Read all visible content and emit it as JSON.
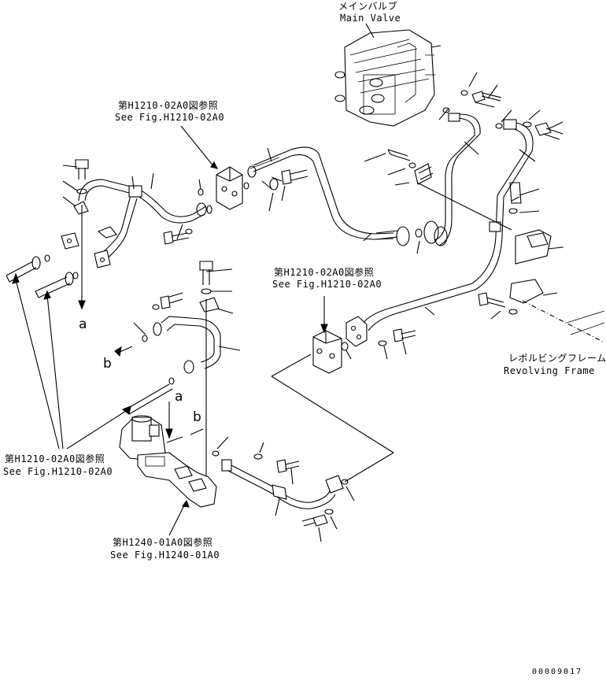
{
  "labels": {
    "main_valve_jp": "メインバルブ",
    "main_valve_en": "Main Valve",
    "ref_top_jp": "第H1210-02A0図参照",
    "ref_top_en": "See Fig.H1210-02A0",
    "ref_mid_jp": "第H1210-02A0図参照",
    "ref_mid_en": "See Fig.H1210-02A0",
    "ref_left_jp": "第H1210-02A0図参照",
    "ref_left_en": "See Fig.H1210-02A0",
    "ref_bottom_jp": "第H1240-01A0図参照",
    "ref_bottom_en": "See Fig.H1240-01A0",
    "revolving_frame_jp": "レボルビングフレーム",
    "revolving_frame_en": "Revolving Frame",
    "marker_a": "a",
    "marker_b": "b",
    "drawing_number": "00009017"
  }
}
